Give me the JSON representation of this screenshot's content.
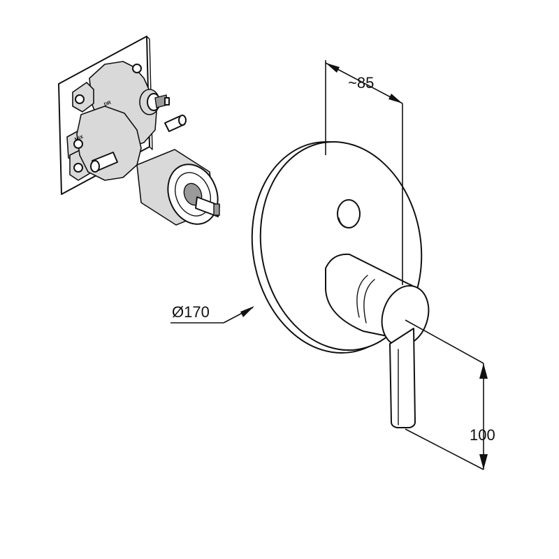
{
  "dimensions": {
    "depth": "~85",
    "diameter": "Ø170",
    "lever_height": "100"
  },
  "valve_body": {
    "label_top": "DR",
    "label_side": "MIX"
  }
}
